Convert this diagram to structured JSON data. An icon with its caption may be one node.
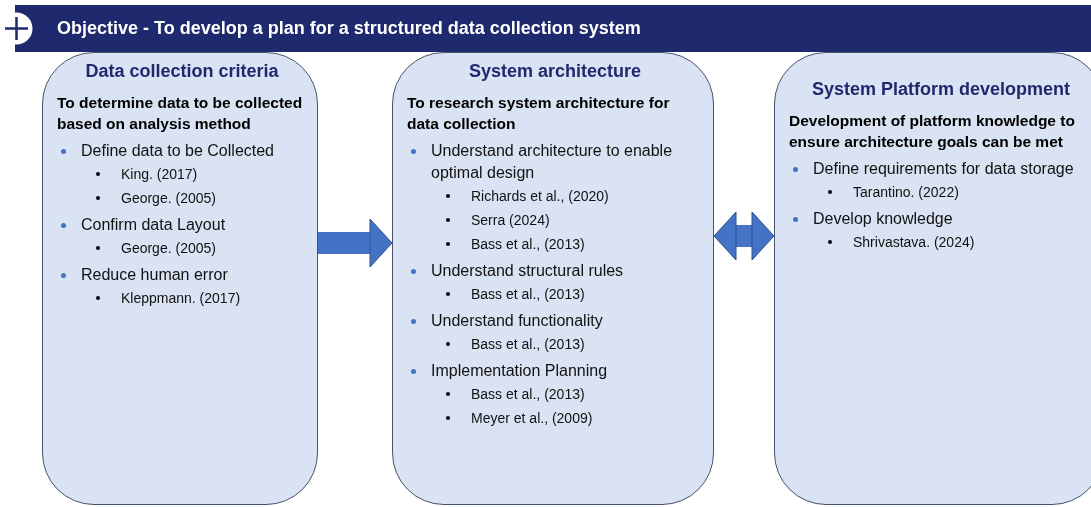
{
  "diagram": {
    "nodes": [
      {
        "text": [
          "Objective - To develop a plan for a structured data collection system"
        ]
      },
      {
        "text": [
          "Data collection criteria",
          "To determine data to be collected based on analysis method",
          "Define data to be Collected",
          "King. (2017)",
          "George. (2005)",
          "Confirm data Layout",
          "George. (2005)",
          "Reduce human error",
          "Kleppmann. (2017)"
        ]
      },
      {
        "text": [
          "System architecture",
          "To research system architecture for data collection",
          "Understand architecture to enable optimal design",
          "Richards et al., (2020)",
          "Serra (2024)",
          "Bass et al., (2013)",
          "Understand structural rules",
          "Bass et al., (2013)",
          "Understand functionality",
          "Bass et al., (2013)",
          "Implementation Planning",
          "Bass et al., (2013)",
          "Meyer et al., (2009)"
        ]
      },
      {
        "text": [
          "System Platform development",
          "Development of platform knowledge to ensure architecture goals can be met",
          "Define requirements for data storage",
          "Tarantino. (2022)",
          "Develop knowledge",
          "Shrivastava. (2024)"
        ]
      }
    ],
    "edges": [
      {
        "from": 1,
        "to": 2,
        "arrow": "to"
      },
      {
        "from": 2,
        "to": 3,
        "arrow": "both"
      }
    ]
  }
}
